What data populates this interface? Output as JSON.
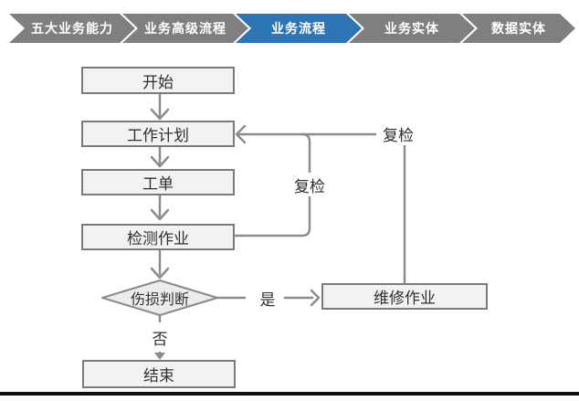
{
  "breadcrumb": {
    "steps": [
      {
        "label": "五大业务能力",
        "active": false
      },
      {
        "label": "业务高级流程",
        "active": false
      },
      {
        "label": "业务流程",
        "active": true
      },
      {
        "label": "业务实体",
        "active": false
      },
      {
        "label": "数据实体",
        "active": false
      }
    ]
  },
  "flowchart": {
    "nodes": {
      "start": {
        "label": "开始",
        "shape": "rect"
      },
      "plan": {
        "label": "工作计划",
        "shape": "rect"
      },
      "order": {
        "label": "工单",
        "shape": "rect"
      },
      "inspect": {
        "label": "检测作业",
        "shape": "rect"
      },
      "decision": {
        "label": "伤损判断",
        "shape": "diamond"
      },
      "repair": {
        "label": "维修作业",
        "shape": "rect"
      },
      "end": {
        "label": "结束",
        "shape": "rect"
      }
    },
    "edge_labels": {
      "recheck_inner": "复检",
      "recheck_outer": "复检",
      "yes": "是",
      "no": "否"
    },
    "edges": [
      {
        "from": "start",
        "to": "plan",
        "label": ""
      },
      {
        "from": "plan",
        "to": "order",
        "label": ""
      },
      {
        "from": "order",
        "to": "inspect",
        "label": ""
      },
      {
        "from": "inspect",
        "to": "decision",
        "label": ""
      },
      {
        "from": "decision",
        "to": "repair",
        "label": "是"
      },
      {
        "from": "decision",
        "to": "end",
        "label": "否"
      },
      {
        "from": "inspect",
        "to": "plan",
        "label": "复检"
      },
      {
        "from": "repair",
        "to": "plan",
        "label": "复检"
      }
    ]
  },
  "colors": {
    "chevron_gray": "#7f7f7f",
    "chevron_active_blue": "#2e75b6",
    "chevron_text": "#ffffff",
    "connector_line": "#8c8c8c",
    "node_fill": "#f2f2f2",
    "node_border": "#7a7a7a",
    "diamond_fill": "#ececec",
    "text": "#303030",
    "bottom_line": "#101010"
  }
}
